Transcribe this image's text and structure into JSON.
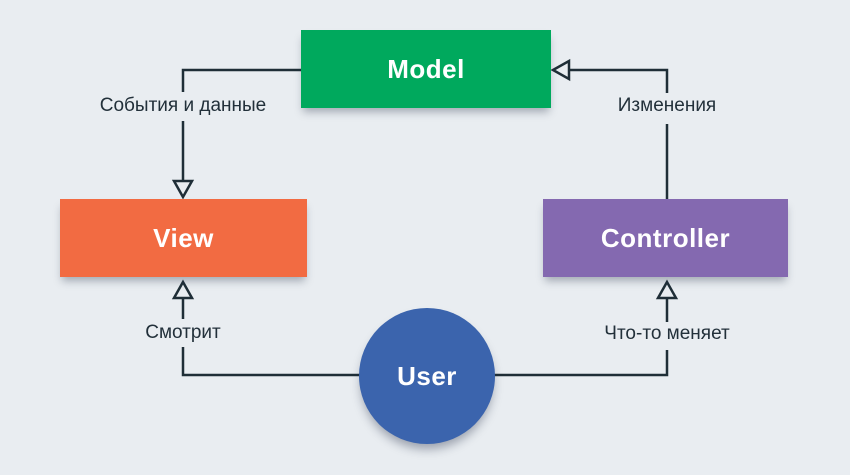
{
  "diagram": {
    "nodes": {
      "model": {
        "label": "Model",
        "color": "#00a95d"
      },
      "view": {
        "label": "View",
        "color": "#f26b42"
      },
      "controller": {
        "label": "Controller",
        "color": "#8469b0"
      },
      "user": {
        "label": "User",
        "color": "#3b64ad"
      }
    },
    "edges": {
      "model_to_view": {
        "label": "События и данные"
      },
      "controller_to_model": {
        "label": "Изменения"
      },
      "user_to_view": {
        "label": "Смотрит"
      },
      "user_to_controller": {
        "label": "Что-то меняет"
      }
    },
    "colors": {
      "background": "#e9edf1",
      "line": "#1f2e37",
      "label_text": "#22303a",
      "node_text": "#ffffff"
    }
  }
}
